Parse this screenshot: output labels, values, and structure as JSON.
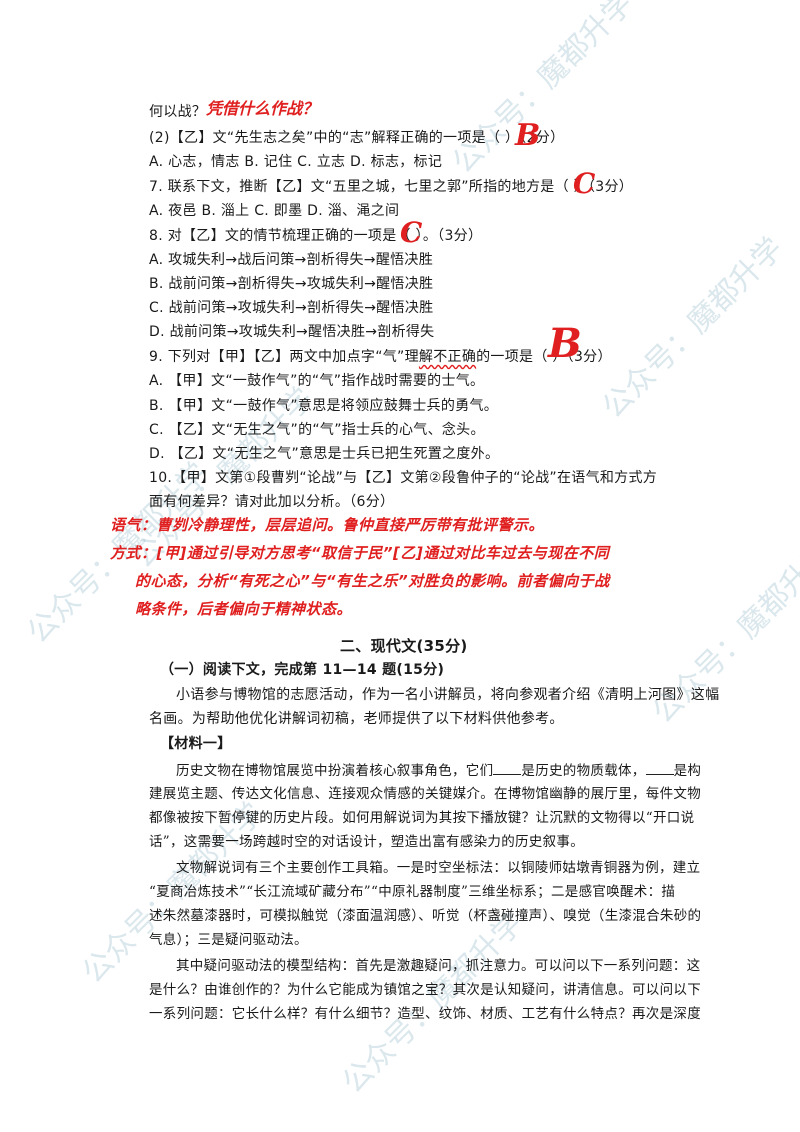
{
  "watermarks": [
    "公众号：魔都升学",
    "公众号：魔都升学",
    "公众号：魔都升学",
    "公众号：魔都升学",
    "公众号：魔都升学",
    "公众号：魔都升学",
    "公众号：魔都升学"
  ],
  "classical": {
    "line_q_cont": "何以战？",
    "annotation_q_cont": "凭借什么作战？",
    "q6_2": "(2)【乙】文“先生志之矣”中的“志”解释正确的一项是（  ）（2分）",
    "q6_2_answer": "B",
    "q6_2_options": "A. 心志，情志  B. 记住  C. 立志  D. 标志，标记",
    "q7": "7. 联系下文，推断【乙】文“五里之城，七里之郭”所指的地方是（  ）（3分）",
    "q7_answer": "C",
    "q7_options": "A. 夜邑  B. 淄上  C. 即墨  D. 淄、渑之间",
    "q8": "8. 对【乙】文的情节梳理正确的一项是（  ）。（3分）",
    "q8_answer": "C",
    "q8_options": [
      "A. 攻城失利→战后问策→剖析得失→醒悟决胜",
      "B. 战前问策→剖析得失→攻城失利→醒悟决胜",
      "C. 战前问策→攻城失利→剖析得失→醒悟决胜",
      "D. 战前问策→攻城失利→醒悟决胜→剖析得失"
    ],
    "q9_pre": "9. 下列对【甲】【乙】两文中加点字“气”理",
    "q9_mid": "解不正确",
    "q9_post": "的一项是（  ）（3分）",
    "q9_answer": "B",
    "q9_options": [
      "A. 【甲】文“一鼓作气”的“气”指作战时需要的士气。",
      "B. 【甲】文“一鼓作气”意思是将领应鼓舞士兵的勇气。",
      "C. 【乙】文“无生之气”的“气”指士兵的心气、念头。",
      "D. 【乙】文“无生之气”意思是士兵已把生死置之度外。"
    ],
    "q10_line1": "10.【甲】文第①段曹刿“论战”与【乙】文第②段鲁仲子的“论战”在语气和方式方",
    "q10_line2": "面有何差异？请对此加以分析。（6分）",
    "q10_notes": [
      "语气：曹刿冷静理性，层层追问。鲁仲直接严厉带有批评警示。",
      "方式：[甲]通过引导对方思考“取信于民”[乙]通过对比车过去与现在不同",
      "的心态，分析“有死之心”与“有生之乐”对胜负的影响。前者偏向于战",
      "略条件，后者偏向于精神状态。"
    ]
  },
  "modern": {
    "section_title": "二、现代文(35分)",
    "subsection_title": "（一）阅读下文，完成第 11—14 题(15分)",
    "intro_1": "小语参与博物馆的志愿活动，作为一名小讲解员，将向参观者介绍《清明上河图》这幅",
    "intro_2": "名画。为帮助他优化讲解词初稿，老师提供了以下材料供他参考。",
    "material_1_title": "【材料一】",
    "p1_1a": "历史文物在博物馆展览中扮演着核心叙事角色，它们",
    "p1_1b": "是历史的物质载体，",
    "p1_1c": "是构",
    "p1_2": "建展览主题、传达文化信息、连接观众情感的关键媒介。在博物馆幽静的展厅里，每件文物",
    "p1_3": "都像被按下暂停键的历史片段。如何用解说词为其按下播放键？让沉默的文物得以“开口说",
    "p1_4": "话”，这需要一场跨越时空的对话设计，塑造出富有感染力的历史叙事。",
    "p2_1": "文物解说词有三个主要创作工具箱。一是时空坐标法：以铜陵师姑墩青铜器为例，建立",
    "p2_2": "“夏商冶炼技术”“长江流域矿藏分布”“中原礼器制度”三维坐标系；二是感官唤醒术：描",
    "p2_3": "述朱然墓漆器时，可模拟触觉（漆面温润感）、听觉（杯盏碰撞声）、嗅觉（生漆混合朱砂的",
    "p2_4": "气息）；三是疑问驱动法。",
    "p3_1": "其中疑问驱动法的模型结构：首先是激趣疑问，抓注意力。可以问以下一系列问题：这",
    "p3_2": "是什么？由谁创作的？为什么它能成为镇馆之宝？其次是认知疑问，讲清信息。可以问以下",
    "p3_3": "一系列问题：它长什么样？有什么细节？造型、纹饰、材质、工艺有什么特点？再次是深度"
  }
}
